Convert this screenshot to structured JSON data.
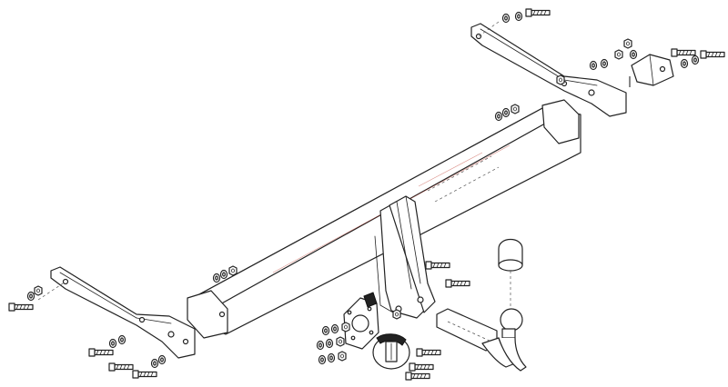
{
  "diagram": {
    "type": "exploded-assembly",
    "parts": [
      "tow-bar-crossmember",
      "left-side-bracket",
      "right-side-bracket",
      "right-auxiliary-bracket",
      "center-hitch-bracket",
      "tow-ball-neck",
      "tow-ball-cap",
      "electrical-socket",
      "socket-mounting-plate"
    ],
    "colors": {
      "line": "#222222",
      "background": "#ffffff",
      "accent": "#c0392b"
    }
  }
}
